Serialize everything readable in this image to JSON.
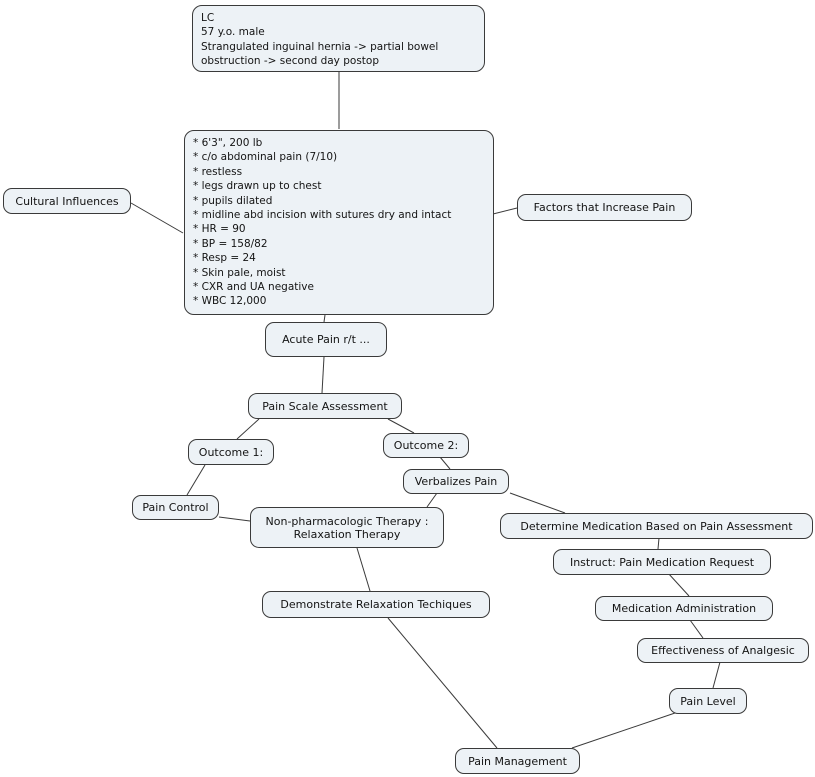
{
  "colors": {
    "node_fill": "#edf2f6",
    "node_border": "#3a3a3a",
    "connector": "#3a3a3a",
    "text": "#141414",
    "background": "#ffffff"
  },
  "concept_map": {
    "nodes": {
      "patient_header": {
        "label": "LC\n57 y.o. male\nStrangulated inguinal hernia -> partial bowel\nobstruction -> second day postop"
      },
      "assessment_findings": {
        "label": "* 6'3\", 200 lb\n* c/o abdominal pain (7/10)\n* restless\n* legs drawn up to chest\n* pupils dilated\n* midline abd incision with sutures dry and intact\n* HR = 90\n* BP = 158/82\n* Resp = 24\n* Skin pale, moist\n* CXR and UA negative\n* WBC 12,000"
      },
      "cultural_influences": {
        "label": "Cultural Influences"
      },
      "factors_increase_pain": {
        "label": "Factors that Increase Pain"
      },
      "acute_pain": {
        "label": "Acute Pain r/t ..."
      },
      "pain_scale_assessment": {
        "label": "Pain Scale Assessment"
      },
      "outcome_1": {
        "label": "Outcome 1:"
      },
      "outcome_2": {
        "label": "Outcome 2:"
      },
      "pain_control": {
        "label": "Pain Control"
      },
      "verbalizes_pain": {
        "label": "Verbalizes Pain"
      },
      "non_pharmacologic_therapy": {
        "label": "Non-pharmacologic Therapy :\nRelaxation Therapy"
      },
      "determine_medication": {
        "label": "Determine Medication Based on Pain Assessment"
      },
      "instruct_pain_medication_request": {
        "label": "Instruct: Pain Medication Request"
      },
      "demonstrate_relaxation_techniques": {
        "label": "Demonstrate Relaxation Techiques"
      },
      "medication_administration": {
        "label": "Medication Administration"
      },
      "effectiveness_of_analgesic": {
        "label": "Effectiveness of Analgesic"
      },
      "pain_level": {
        "label": "Pain Level"
      },
      "pain_management": {
        "label": "Pain Management"
      }
    }
  }
}
